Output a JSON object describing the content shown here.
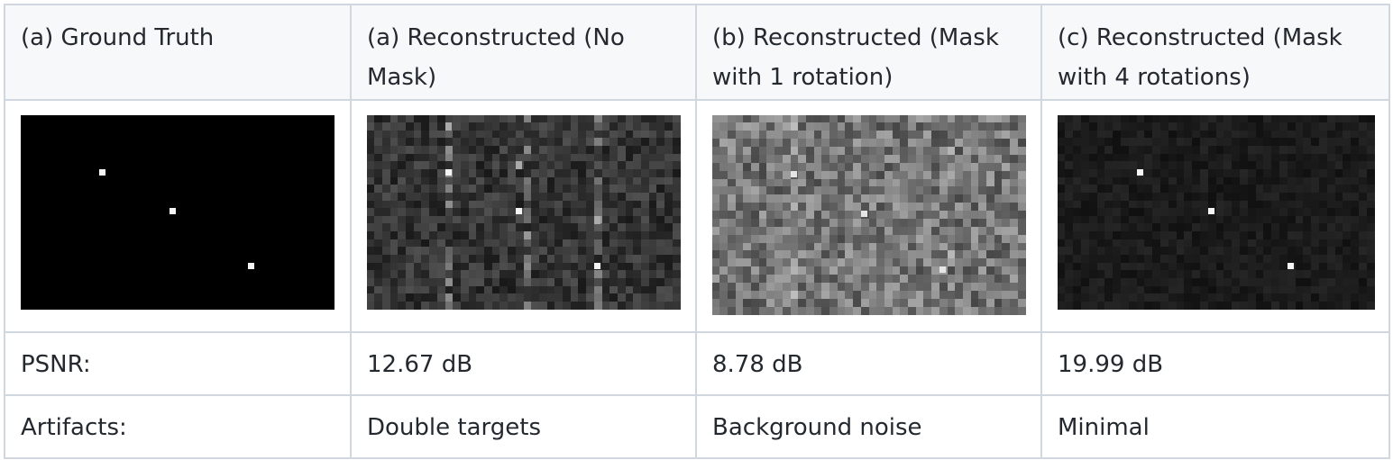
{
  "table": {
    "headers": [
      "(a) Ground Truth",
      "(a) Reconstructed (No Mask)",
      "(b) Reconstructed (Mask with 1 rotation)",
      "(c) Reconstructed (Mask with 4 rotations)"
    ],
    "images": [
      {
        "name": "ground-truth-image",
        "kind": "truth",
        "bright_points": [
          [
            0.25,
            0.31
          ],
          [
            0.49,
            0.51
          ],
          [
            0.73,
            0.79
          ]
        ]
      },
      {
        "name": "reconstructed-no-mask-image",
        "kind": "noisy-double",
        "bright_points": [
          [
            0.25,
            0.31
          ],
          [
            0.49,
            0.51
          ],
          [
            0.73,
            0.79
          ]
        ]
      },
      {
        "name": "reconstructed-1-rotation-image",
        "kind": "background-noise",
        "bright_points": [
          [
            0.25,
            0.31
          ],
          [
            0.49,
            0.51
          ],
          [
            0.73,
            0.79
          ]
        ]
      },
      {
        "name": "reconstructed-4-rotations-image",
        "kind": "minimal",
        "bright_points": [
          [
            0.25,
            0.31
          ],
          [
            0.49,
            0.51
          ],
          [
            0.73,
            0.79
          ]
        ]
      }
    ],
    "psnr_label": "PSNR:",
    "psnr_values": [
      "12.67 dB",
      "8.78 dB",
      "19.99 dB"
    ],
    "artifacts_label": "Artifacts:",
    "artifacts_values": [
      "Double targets",
      "Background noise",
      "Minimal"
    ]
  }
}
